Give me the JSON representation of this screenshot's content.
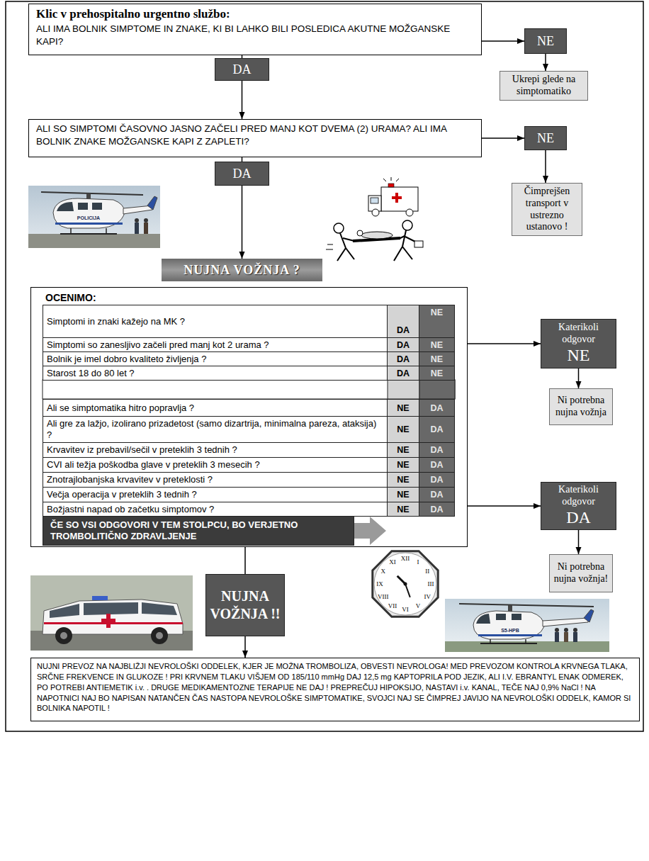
{
  "diagram": {
    "nodes": [
      {
        "text": [
          "Klic v prehospitalno urgentno službo:",
          "ALI IMA BOLNIK SIMPTOME IN ZNAKE, KI BI LAHKO BILI POSLEDICA AKUTNE MOŽGANSKE KAPI?"
        ]
      },
      {
        "text": [
          "NE"
        ]
      },
      {
        "text": [
          "Ukrepi glede na simptomatiko"
        ]
      },
      {
        "text": [
          "DA"
        ]
      },
      {
        "text": [
          "ALI SO SIMPTOMI ČASOVNO JASNO ZAČELI PRED MANJ KOT DVEMA (2) URAMA? ALI IMA BOLNIK ZNAKE MOŽGANSKE KAPI Z ZAPLETI?"
        ]
      },
      {
        "text": [
          "NE"
        ]
      },
      {
        "text": [
          "Čimprejšen transport v ustrezno ustanovo !"
        ]
      },
      {
        "text": [
          "DA"
        ]
      },
      {
        "text": [
          "NUJNA VOŽNJA ?"
        ]
      },
      {
        "text": [
          "OCENIMO:"
        ]
      },
      {
        "text": [
          "Simptomi in znaki kažejo na MK ?",
          "DA",
          "NE"
        ],
        "in": 9
      },
      {
        "text": [
          "Simptomi so zanesljivo začeli pred manj kot 2 urama ?",
          "DA",
          "NE"
        ],
        "in": 9
      },
      {
        "text": [
          "Bolnik je imel dobro kvaliteto življenja ?",
          "DA",
          "NE"
        ],
        "in": 9
      },
      {
        "text": [
          "Starost 18 do 80 let ?",
          "DA",
          "NE"
        ],
        "in": 9
      },
      {
        "text": [
          "Ali se simptomatika hitro popravlja ?",
          "NE",
          "DA"
        ],
        "in": 9
      },
      {
        "text": [
          "Ali gre za lažjo, izolirano prizadetost (samo dizartrija, minimalna pareza, ataksija) ?",
          "NE",
          "DA"
        ],
        "in": 9
      },
      {
        "text": [
          "Krvavitev iz prebavil/sečil v preteklih 3 tednih ?",
          "NE",
          "DA"
        ],
        "in": 9
      },
      {
        "text": [
          "CVI ali težja poškodba glave v preteklih 3 mesecih ?",
          "NE",
          "DA"
        ],
        "in": 9
      },
      {
        "text": [
          "Znotrajlobanjska krvavitev v preteklosti ?",
          "NE",
          "DA"
        ],
        "in": 9
      },
      {
        "text": [
          "Večja operacija v preteklih 3 tednih ?",
          "NE",
          "DA"
        ],
        "in": 9
      },
      {
        "text": [
          "Božjastni napad ob začetku simptomov ?",
          "NE",
          "DA"
        ],
        "in": 9
      },
      {
        "text": [
          "ČE SO VSI ODGOVORI V TEM STOLPCU, BO VERJETNO TROMBOLITIČNO ZDRAVLJENJE"
        ],
        "in": 9
      },
      {
        "text": [
          "Katerikoli odgovor",
          "NE"
        ]
      },
      {
        "text": [
          "Ni potrebna nujna vožnja"
        ]
      },
      {
        "text": [
          "Katerikoli odgovor",
          "DA"
        ]
      },
      {
        "text": [
          "Ni potrebna nujna vožnja!"
        ]
      },
      {
        "text": [
          "NUJNA VOŽNJA !!"
        ]
      },
      {
        "text": [
          "NUJNI PREVOZ NA NAJBLIŽJI NEVROLOŠKI ODDELEK, KJER JE MOŽNA TROMBOLIZA, OBVESTI NEVROLOGA! MED PREVOZOM KONTROLA KRVNEGA TLAKA, SRČNE FREKVENCE IN GLUKOZE ! PRI KRVNEM TLAKU VIŠJEM OD 185/110 mmHg DAJ 12,5 mg KAPTOPRILA POD JEZIK, ALI I.V. EBRANTYL ENAK ODMEREK, PO POTREBI ANTIEMETIK i.v. . DRUGE MEDIKAMENTOZNE TERAPIJE NE DAJ ! PREPREČUJ HIPOKSIJO, NASTAVI i.v. KANAL, TEČE NAJ 0,9% NaCl ! NA NAPOTNICI NAJ BO NAPISAN NATANČEN ČAS NASTOPA NEVROLOŠKE SIMPTOMATIKE, SVOJCI NAJ SE ČIMPREJ JAVIJO NA NEVROLOŠKI ODDELK, KAMOR SI BOLNIKA NAPOTIL !"
        ]
      }
    ],
    "edges": [
      {
        "from": 0,
        "to": 1,
        "arrow": "to"
      },
      {
        "from": 1,
        "to": 2,
        "arrow": "to"
      },
      {
        "from": 0,
        "to": 3,
        "arrow": "none"
      },
      {
        "from": 3,
        "to": 4,
        "arrow": "to"
      },
      {
        "from": 4,
        "to": 5,
        "arrow": "to"
      },
      {
        "from": 5,
        "to": 6,
        "arrow": "to"
      },
      {
        "from": 4,
        "to": 7,
        "arrow": "none"
      },
      {
        "from": 7,
        "to": 8,
        "arrow": "to"
      },
      {
        "from": 9,
        "to": 22,
        "arrow": "to"
      },
      {
        "from": 22,
        "to": 23,
        "arrow": "to"
      },
      {
        "from": 9,
        "to": 24,
        "arrow": "to"
      },
      {
        "from": 24,
        "to": 25,
        "arrow": "to"
      },
      {
        "from": 9,
        "to": 26,
        "arrow": "none"
      },
      {
        "from": 26,
        "to": 27,
        "arrow": "to"
      }
    ],
    "labels": [
      "POLICIJA",
      "XII",
      "I",
      "II",
      "III",
      "IV",
      "V",
      "VI",
      "VII",
      "VIII",
      "IX",
      "X",
      "XI",
      "S5-HPB"
    ]
  }
}
